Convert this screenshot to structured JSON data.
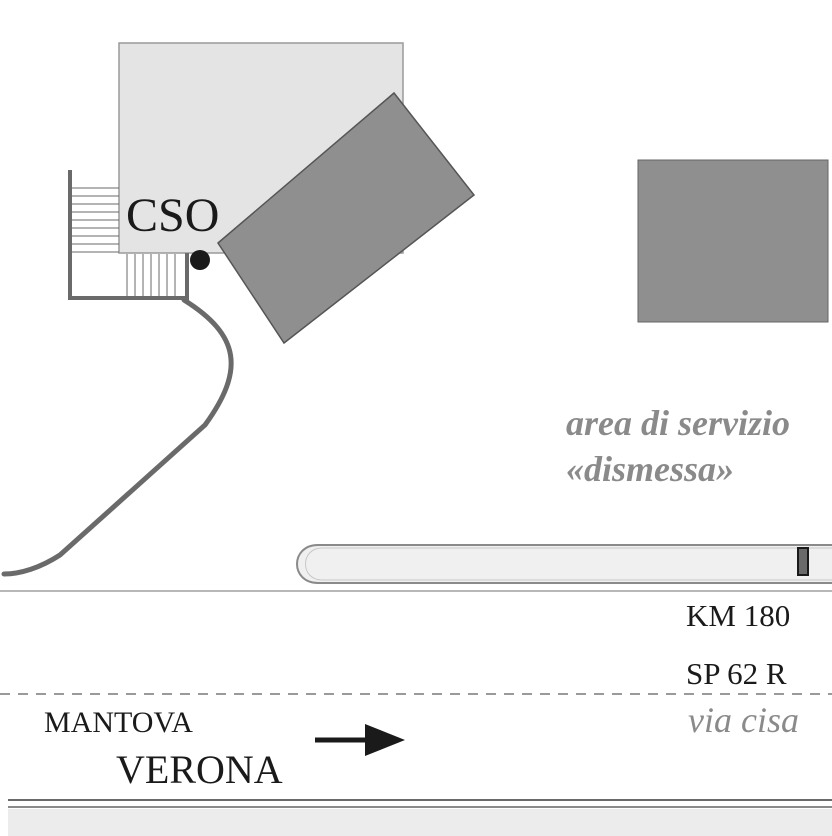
{
  "labels": {
    "building": "CSO",
    "area_line1": "area di servizio",
    "area_line2": "«dismessa»",
    "km": "KM  180",
    "road_code": "SP 62 R",
    "road_name": "via cisa",
    "direction_small": "MANTOVA",
    "direction_large": "VERONA"
  },
  "colors": {
    "building_light": "#e4e4e4",
    "building_dark": "#8f8f8f",
    "road_line": "#6a6a6a",
    "gray_text": "#8a8a8a"
  },
  "icons": {
    "direction": "right-arrow-icon",
    "location": "location-dot-icon"
  }
}
